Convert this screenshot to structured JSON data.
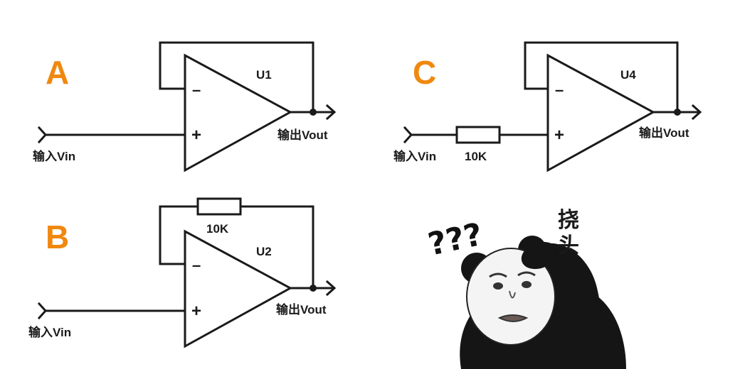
{
  "colors": {
    "label": "#f0880f",
    "line": "#1a1a1a"
  },
  "circuits": [
    {
      "letter": "A",
      "chip": "U1",
      "minus": "–",
      "plus": "+",
      "input": "输入Vin",
      "output": "输出Vout",
      "resistor": ""
    },
    {
      "letter": "B",
      "chip": "U2",
      "minus": "–",
      "plus": "+",
      "input": "输入Vin",
      "output": "输出Vout",
      "resistor": "10K"
    },
    {
      "letter": "C",
      "chip": "U4",
      "minus": "–",
      "plus": "+",
      "input": "输入Vin",
      "output": "输出Vout",
      "resistor": "10K"
    }
  ],
  "meme": {
    "marks": "???",
    "caption_1": "挠",
    "caption_2": "头"
  }
}
